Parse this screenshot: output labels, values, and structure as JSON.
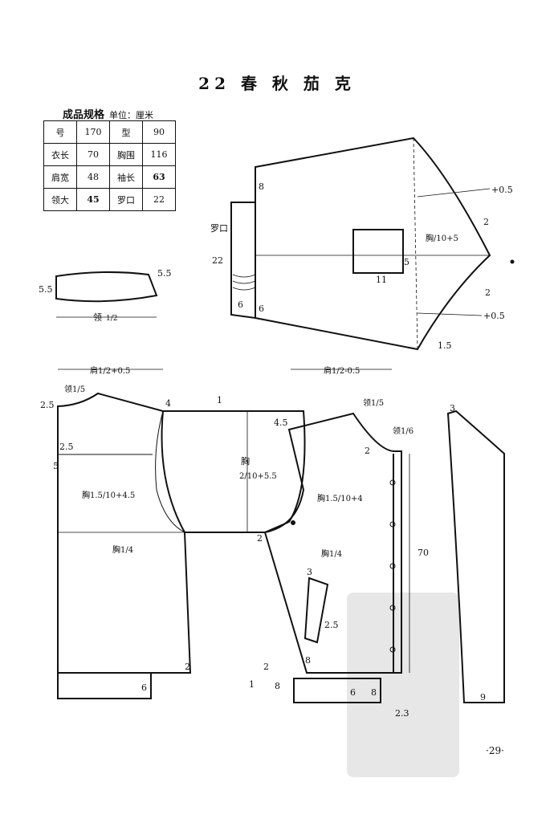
{
  "title": "22 春 秋 茄 克",
  "spec": {
    "heading": "成品规格",
    "unit": "单位：厘米",
    "rows": [
      [
        "号",
        "170",
        "型",
        "90"
      ],
      [
        "衣长",
        "70",
        "胸围",
        "116"
      ],
      [
        "肩宽",
        "48",
        "袖长",
        "63"
      ],
      [
        "领大",
        "45",
        "罗口",
        "22"
      ]
    ]
  },
  "labels": {
    "sleeve_8": "8",
    "sleeve_plus05_top": "+0.5",
    "sleeve_plus05_bot": "+0.5",
    "sleeve_2_top": "2",
    "sleeve_2_bot": "2",
    "sleeve_5": "5",
    "sleeve_11": "11",
    "sleeve_6_left": "6",
    "sleeve_6_right": "6",
    "sleeve_15": "1.5",
    "sleeve_cuff": "罗口",
    "sleeve_cuff_22": "22",
    "sleeve_chest_formula": "胸/10+5",
    "collar_55_left": "5.5",
    "collar_55_right": "5.5",
    "collar_ling": "领",
    "collar_half": "1/2",
    "back_shoulder": "肩1/2+0.5",
    "back_ling15": "领1/5",
    "back_25_top": "2.5",
    "back_25_mid": "2.5",
    "back_5": "5",
    "back_4": "4",
    "back_chest": "胸1.5/10+4.5",
    "back_chest_quarter": "胸1/4",
    "back_2": "2",
    "back_6": "6",
    "center_1": "1",
    "center_chest": "胸",
    "center_chest_formula": "2/10+5.5",
    "front_shoulder": "肩1/2-0.5",
    "front_45": "4.5",
    "front_ling15": "领1/5",
    "front_ling16": "领1/6",
    "front_2_top": "2",
    "front_chest": "胸1.5/10+4",
    "front_2_mid": "2",
    "front_chest_quarter": "胸1/4",
    "front_70": "70",
    "front_3": "3",
    "front_25": "2.5",
    "front_8_a": "8",
    "front_8_b": "8",
    "front_8_c": "8",
    "front_1": "1",
    "front_2_low": "2",
    "front_6": "6",
    "front_23": "2.3",
    "facing_3": "3",
    "facing_9": "9",
    "page_number": "·29·"
  }
}
